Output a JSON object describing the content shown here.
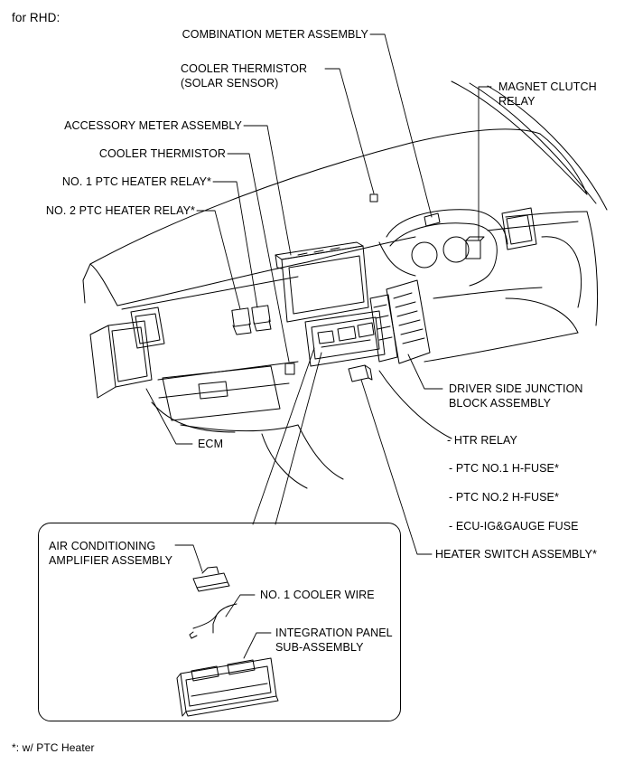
{
  "header": {
    "region": "for RHD:"
  },
  "labels": {
    "combination_meter": "COMBINATION METER ASSEMBLY",
    "cooler_thermistor_solar_1": "COOLER THERMISTOR",
    "cooler_thermistor_solar_2": "(SOLAR SENSOR)",
    "magnet_clutch_1": "MAGNET CLUTCH",
    "magnet_clutch_2": "RELAY",
    "accessory_meter": "ACCESSORY METER ASSEMBLY",
    "cooler_thermistor": "COOLER THERMISTOR",
    "ptc_relay_1": "NO. 1 PTC HEATER RELAY*",
    "ptc_relay_2": "NO. 2 PTC HEATER RELAY*",
    "driver_jb_1": "DRIVER SIDE JUNCTION",
    "driver_jb_2": "BLOCK ASSEMBLY",
    "ecm": "ECM",
    "heater_switch": "HEATER SWITCH ASSEMBLY*",
    "ac_amplifier_1": "AIR CONDITIONING",
    "ac_amplifier_2": "AMPLIFIER ASSEMBLY",
    "cooler_wire": "NO. 1 COOLER WIRE",
    "integration_panel_1": "INTEGRATION PANEL",
    "integration_panel_2": "SUB-ASSEMBLY"
  },
  "junction_block_items": [
    "- HTR RELAY",
    "- PTC NO.1 H-FUSE*",
    "- PTC NO.2 H-FUSE*",
    "- ECU-IG&GAUGE FUSE"
  ],
  "footnote": "*: w/ PTC Heater"
}
